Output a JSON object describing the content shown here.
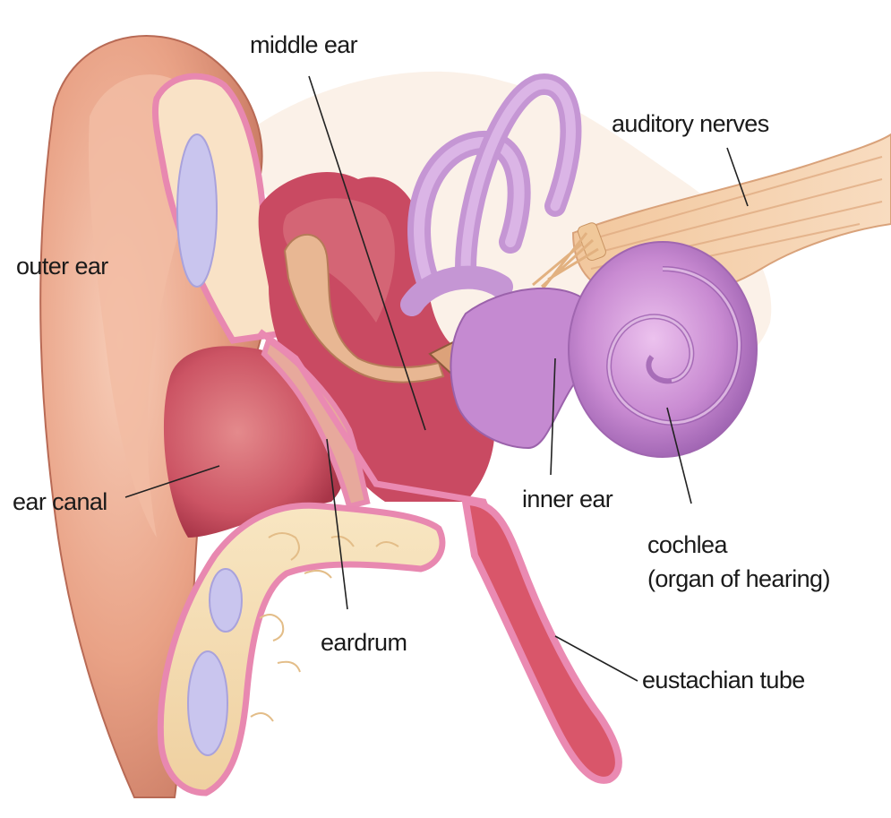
{
  "labels": {
    "middle_ear": "middle ear",
    "auditory_nerves": "auditory nerves",
    "outer_ear": "outer ear",
    "ear_canal": "ear canal",
    "inner_ear": "inner ear",
    "cochlea_line1": "cochlea",
    "cochlea_line2": "(organ of hearing)",
    "eardrum": "eardrum",
    "eustachian_tube": "eustachian tube"
  },
  "colors": {
    "skin": "#e8a58c",
    "skin_light": "#f6cfbc",
    "canal_red": "#c9485c",
    "pink_rim": "#e98bb0",
    "bone": "#f4dcae",
    "cartilage_blue": "#c8c6ee",
    "cochlea_purple": "#c489cf",
    "nerve_tan": "#e6b88d"
  }
}
